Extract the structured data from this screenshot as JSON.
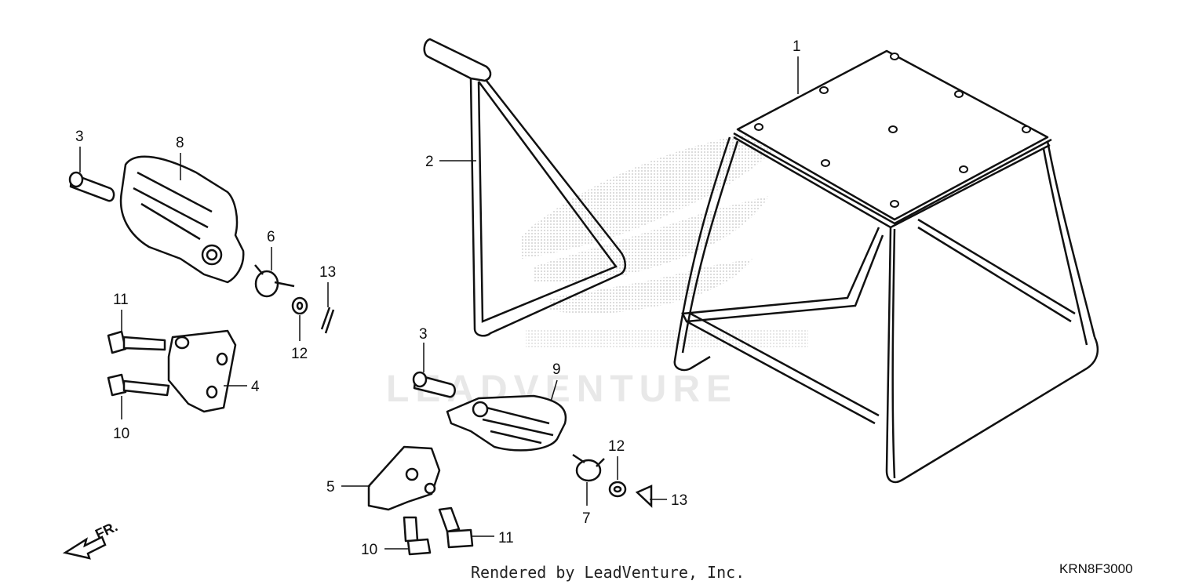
{
  "watermark": "LEADVENTURE",
  "direction_label": "FR.",
  "footer": {
    "rendered_by": "Rendered by LeadVenture, Inc.",
    "diagram_code": "KRN8F3000"
  },
  "callouts": {
    "c1": "1",
    "c2": "2",
    "c3a": "3",
    "c3b": "3",
    "c4": "4",
    "c5": "5",
    "c6": "6",
    "c7": "7",
    "c8": "8",
    "c9": "9",
    "c10a": "10",
    "c10b": "10",
    "c11a": "11",
    "c11b": "11",
    "c12a": "12",
    "c12b": "12",
    "c13a": "13",
    "c13b": "13"
  }
}
